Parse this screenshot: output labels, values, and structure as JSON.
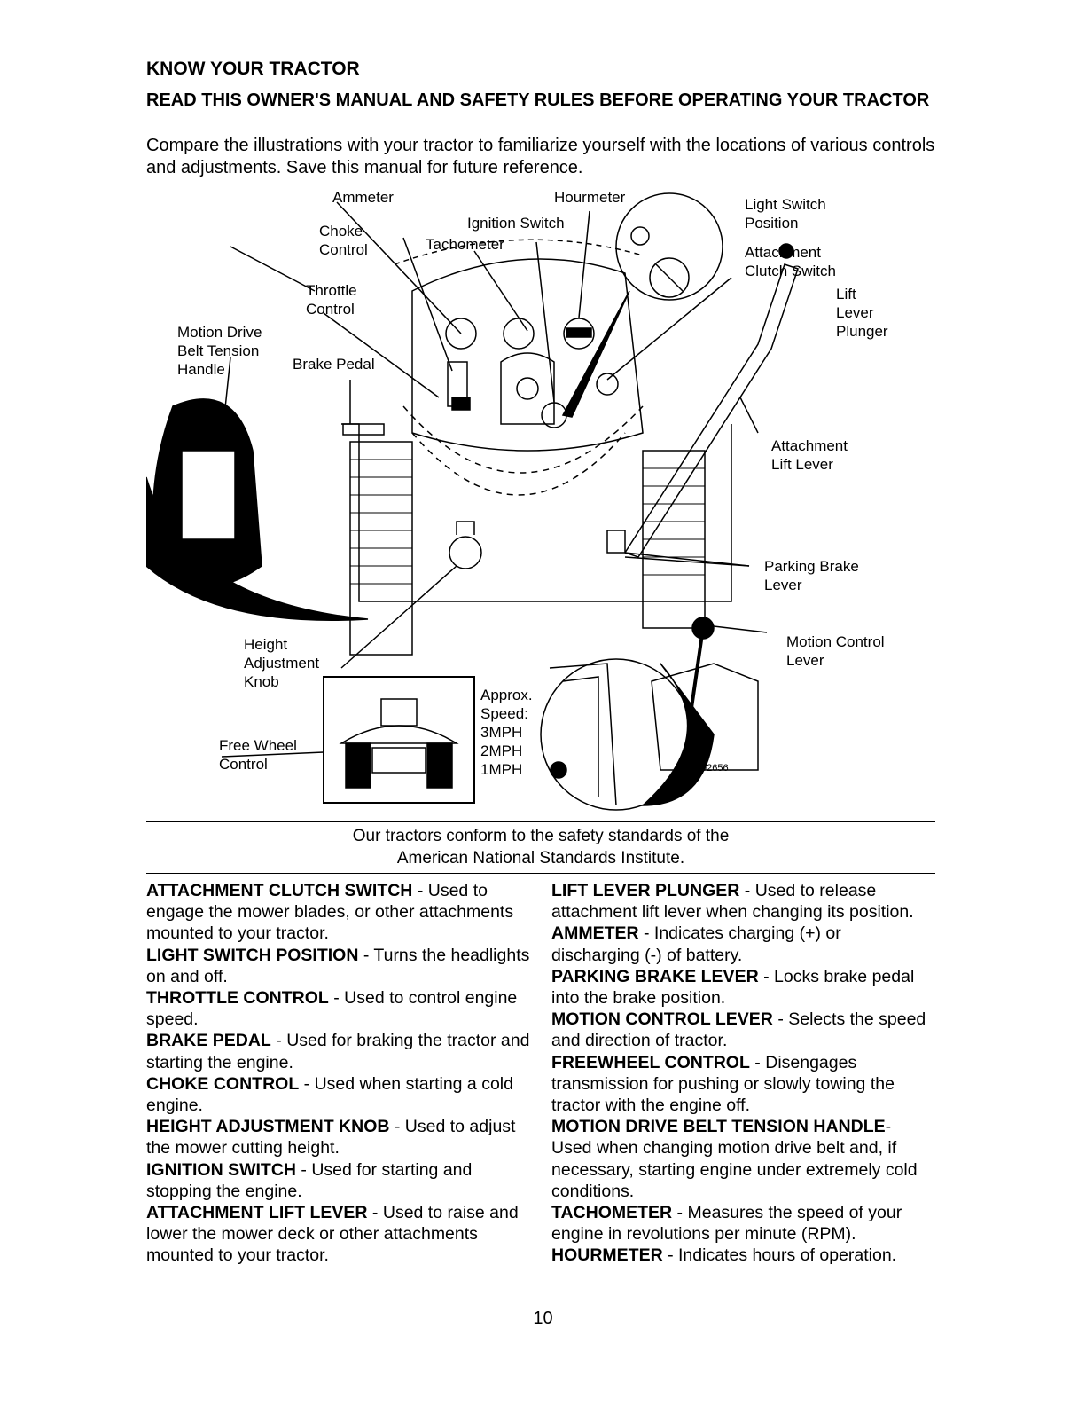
{
  "header": {
    "title": "KNOW YOUR TRACTOR",
    "subtitle": "READ THIS OWNER'S MANUAL AND SAFETY RULES BEFORE OPERATING YOUR TRACTOR",
    "intro": "Compare the illustrations with your tractor to familiarize yourself with the locations of various controls and adjustments. Save this manual for future reference."
  },
  "diagram": {
    "labels": {
      "ammeter": "Ammeter",
      "hourmeter": "Hourmeter",
      "light_switch": "Light Switch\nPosition",
      "choke": "Choke\nControl",
      "ignition": "Ignition Switch",
      "tachometer": "Tachometer",
      "attachment_clutch": "Attachment\nClutch Switch",
      "throttle": "Throttle\nControl",
      "lift_plunger": "Lift\nLever\nPlunger",
      "motion_drive": "Motion Drive\nBelt Tension\nHandle",
      "brake_pedal": "Brake Pedal",
      "attachment_lift": "Attachment\nLift Lever",
      "parking_brake": "Parking Brake\nLever",
      "motion_control": "Motion Control\nLever",
      "height_knob": "Height\nAdjustment\nKnob",
      "free_wheel": "Free Wheel\nControl",
      "approx_speed": "Approx.\nSpeed:\n3MPH\n2MPH\n1MPH",
      "figure_number": "02656"
    },
    "colors": {
      "ink": "#000000",
      "paper": "#ffffff"
    }
  },
  "conformance": {
    "line1": "Our tractors conform to the safety standards of the",
    "line2": "American National Standards Institute."
  },
  "definitions_left": [
    {
      "term": "ATTACHMENT CLUTCH SWITCH",
      "sep": " - ",
      "text": "Used to engage the mower blades, or other attachments mounted to your tractor."
    },
    {
      "term": "LIGHT SWITCH POSITION",
      "sep": " - ",
      "text": "Turns the headlights on and off."
    },
    {
      "term": "THROTTLE CONTROL",
      "sep": " - ",
      "text": "Used to control engine speed."
    },
    {
      "term": "BRAKE PEDAL",
      "sep": " - ",
      "text": "Used for braking the tractor and starting the engine."
    },
    {
      "term": "CHOKE CONTROL",
      "sep": " - ",
      "text": "Used when starting a cold engine."
    },
    {
      "term": "HEIGHT ADJUSTMENT KNOB",
      "sep": " - ",
      "text": "Used to adjust the mower cutting height."
    },
    {
      "term": "IGNITION SWITCH",
      "sep": " - ",
      "text": "Used for starting and stopping the engine."
    },
    {
      "term": "ATTACHMENT LIFT LEVER",
      "sep": " - ",
      "text": "Used to raise and lower the mower deck or other attachments mounted to your tractor."
    }
  ],
  "definitions_right": [
    {
      "term": "LIFT LEVER PLUNGER",
      "sep": " - ",
      "text": "Used to release attachment lift lever when changing its position."
    },
    {
      "term": "AMMETER",
      "sep": " - ",
      "text": "Indicates charging (+) or discharging (-) of battery."
    },
    {
      "term": "PARKING BRAKE LEVER",
      "sep": " - ",
      "text": "Locks brake pedal into the brake position."
    },
    {
      "term": "MOTION CONTROL LEVER",
      "sep": " - ",
      "text": "Selects the speed and direction of tractor."
    },
    {
      "term": "FREEWHEEL CONTROL",
      "sep": " - ",
      "text": "Disengages transmission for pushing or slowly towing the tractor with the engine off."
    },
    {
      "term": "MOTION DRIVE BELT TENSION HANDLE",
      "sep": "- ",
      "text": "Used when changing motion drive belt and, if necessary, starting engine under extremely cold conditions."
    },
    {
      "term": "TACHOMETER",
      "sep": " - ",
      "text": "Measures the speed of your engine in revolutions per minute (RPM)."
    },
    {
      "term": "HOURMETER",
      "sep": " - ",
      "text": "Indicates hours of operation."
    }
  ],
  "page_number": "10"
}
